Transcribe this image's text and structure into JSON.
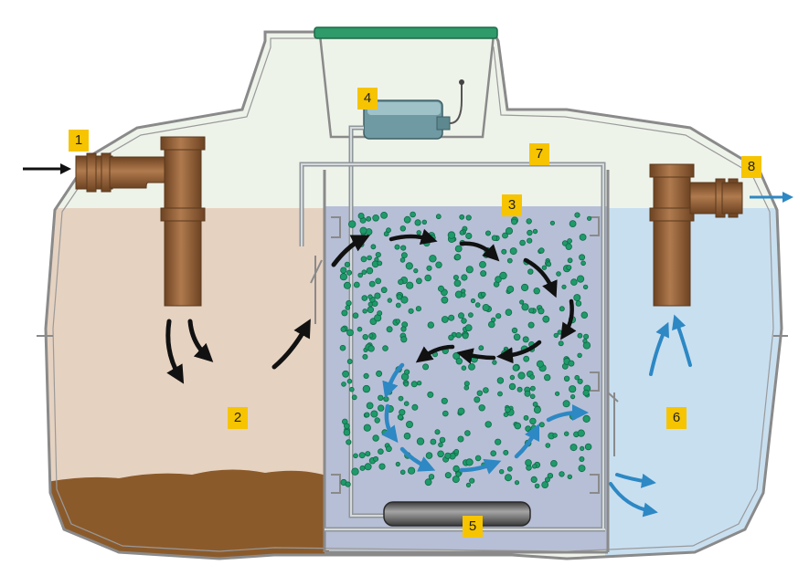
{
  "diagram": {
    "labels": [
      "1",
      "2",
      "3",
      "4",
      "5",
      "6",
      "7",
      "8"
    ],
    "colors": {
      "tank_outline": "#8a8a8a",
      "air_space": "#eef3ea",
      "primary_liquid": "#e6d2c1",
      "sludge": "#8b5a2b",
      "bio_chamber": "#b7bfd6",
      "outlet_liquid": "#c8dff0",
      "lid": "#2f9a6a",
      "pipe": "#8b5a2b",
      "media": "#1f9a6a",
      "flow_black": "#111111",
      "flow_blue": "#2d88c4",
      "label_bg": "#f6c400"
    }
  }
}
